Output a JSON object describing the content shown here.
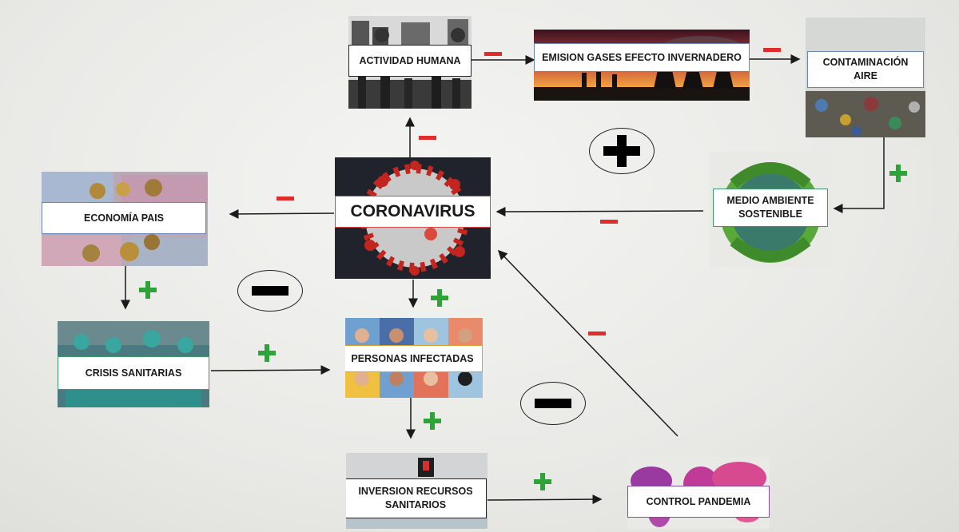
{
  "nodes": {
    "actividad": "ACTIVIDAD HUMANA",
    "emision": "EMISION GASES EFECTO INVERNADERO",
    "contaminacion": "CONTAMINACIÓN AIRE",
    "economia": "ECONOMÍA PAIS",
    "coronavirus": "CORONAVIRUS",
    "medio": "MEDIO AMBIENTE SOSTENIBLE",
    "crisis": "CRISIS SANITARIAS",
    "personas": "PERSONAS INFECTADAS",
    "inversion": "INVERSION RECURSOS SANITARIOS",
    "control": "CONTROL PANDEMIA"
  },
  "links": [
    {
      "from": "coronavirus",
      "to": "actividad",
      "polarity": "-"
    },
    {
      "from": "actividad",
      "to": "emision",
      "polarity": "-"
    },
    {
      "from": "emision",
      "to": "contaminacion",
      "polarity": "-"
    },
    {
      "from": "contaminacion",
      "to": "medio",
      "polarity": "+"
    },
    {
      "from": "medio",
      "to": "coronavirus",
      "polarity": "-"
    },
    {
      "from": "coronavirus",
      "to": "economia",
      "polarity": "-"
    },
    {
      "from": "economia",
      "to": "crisis",
      "polarity": "+"
    },
    {
      "from": "crisis",
      "to": "personas",
      "polarity": "+"
    },
    {
      "from": "coronavirus",
      "to": "personas",
      "polarity": "+"
    },
    {
      "from": "personas",
      "to": "inversion",
      "polarity": "+"
    },
    {
      "from": "inversion",
      "to": "control",
      "polarity": "+"
    },
    {
      "from": "control",
      "to": "coronavirus",
      "polarity": "-"
    }
  ],
  "loops": [
    {
      "polarity": "+"
    },
    {
      "polarity": "-"
    },
    {
      "polarity": "-"
    }
  ],
  "colors": {
    "minus": "#e22b2b",
    "plus": "#2fa33a",
    "coronavirus_border": "#d84a4a"
  }
}
